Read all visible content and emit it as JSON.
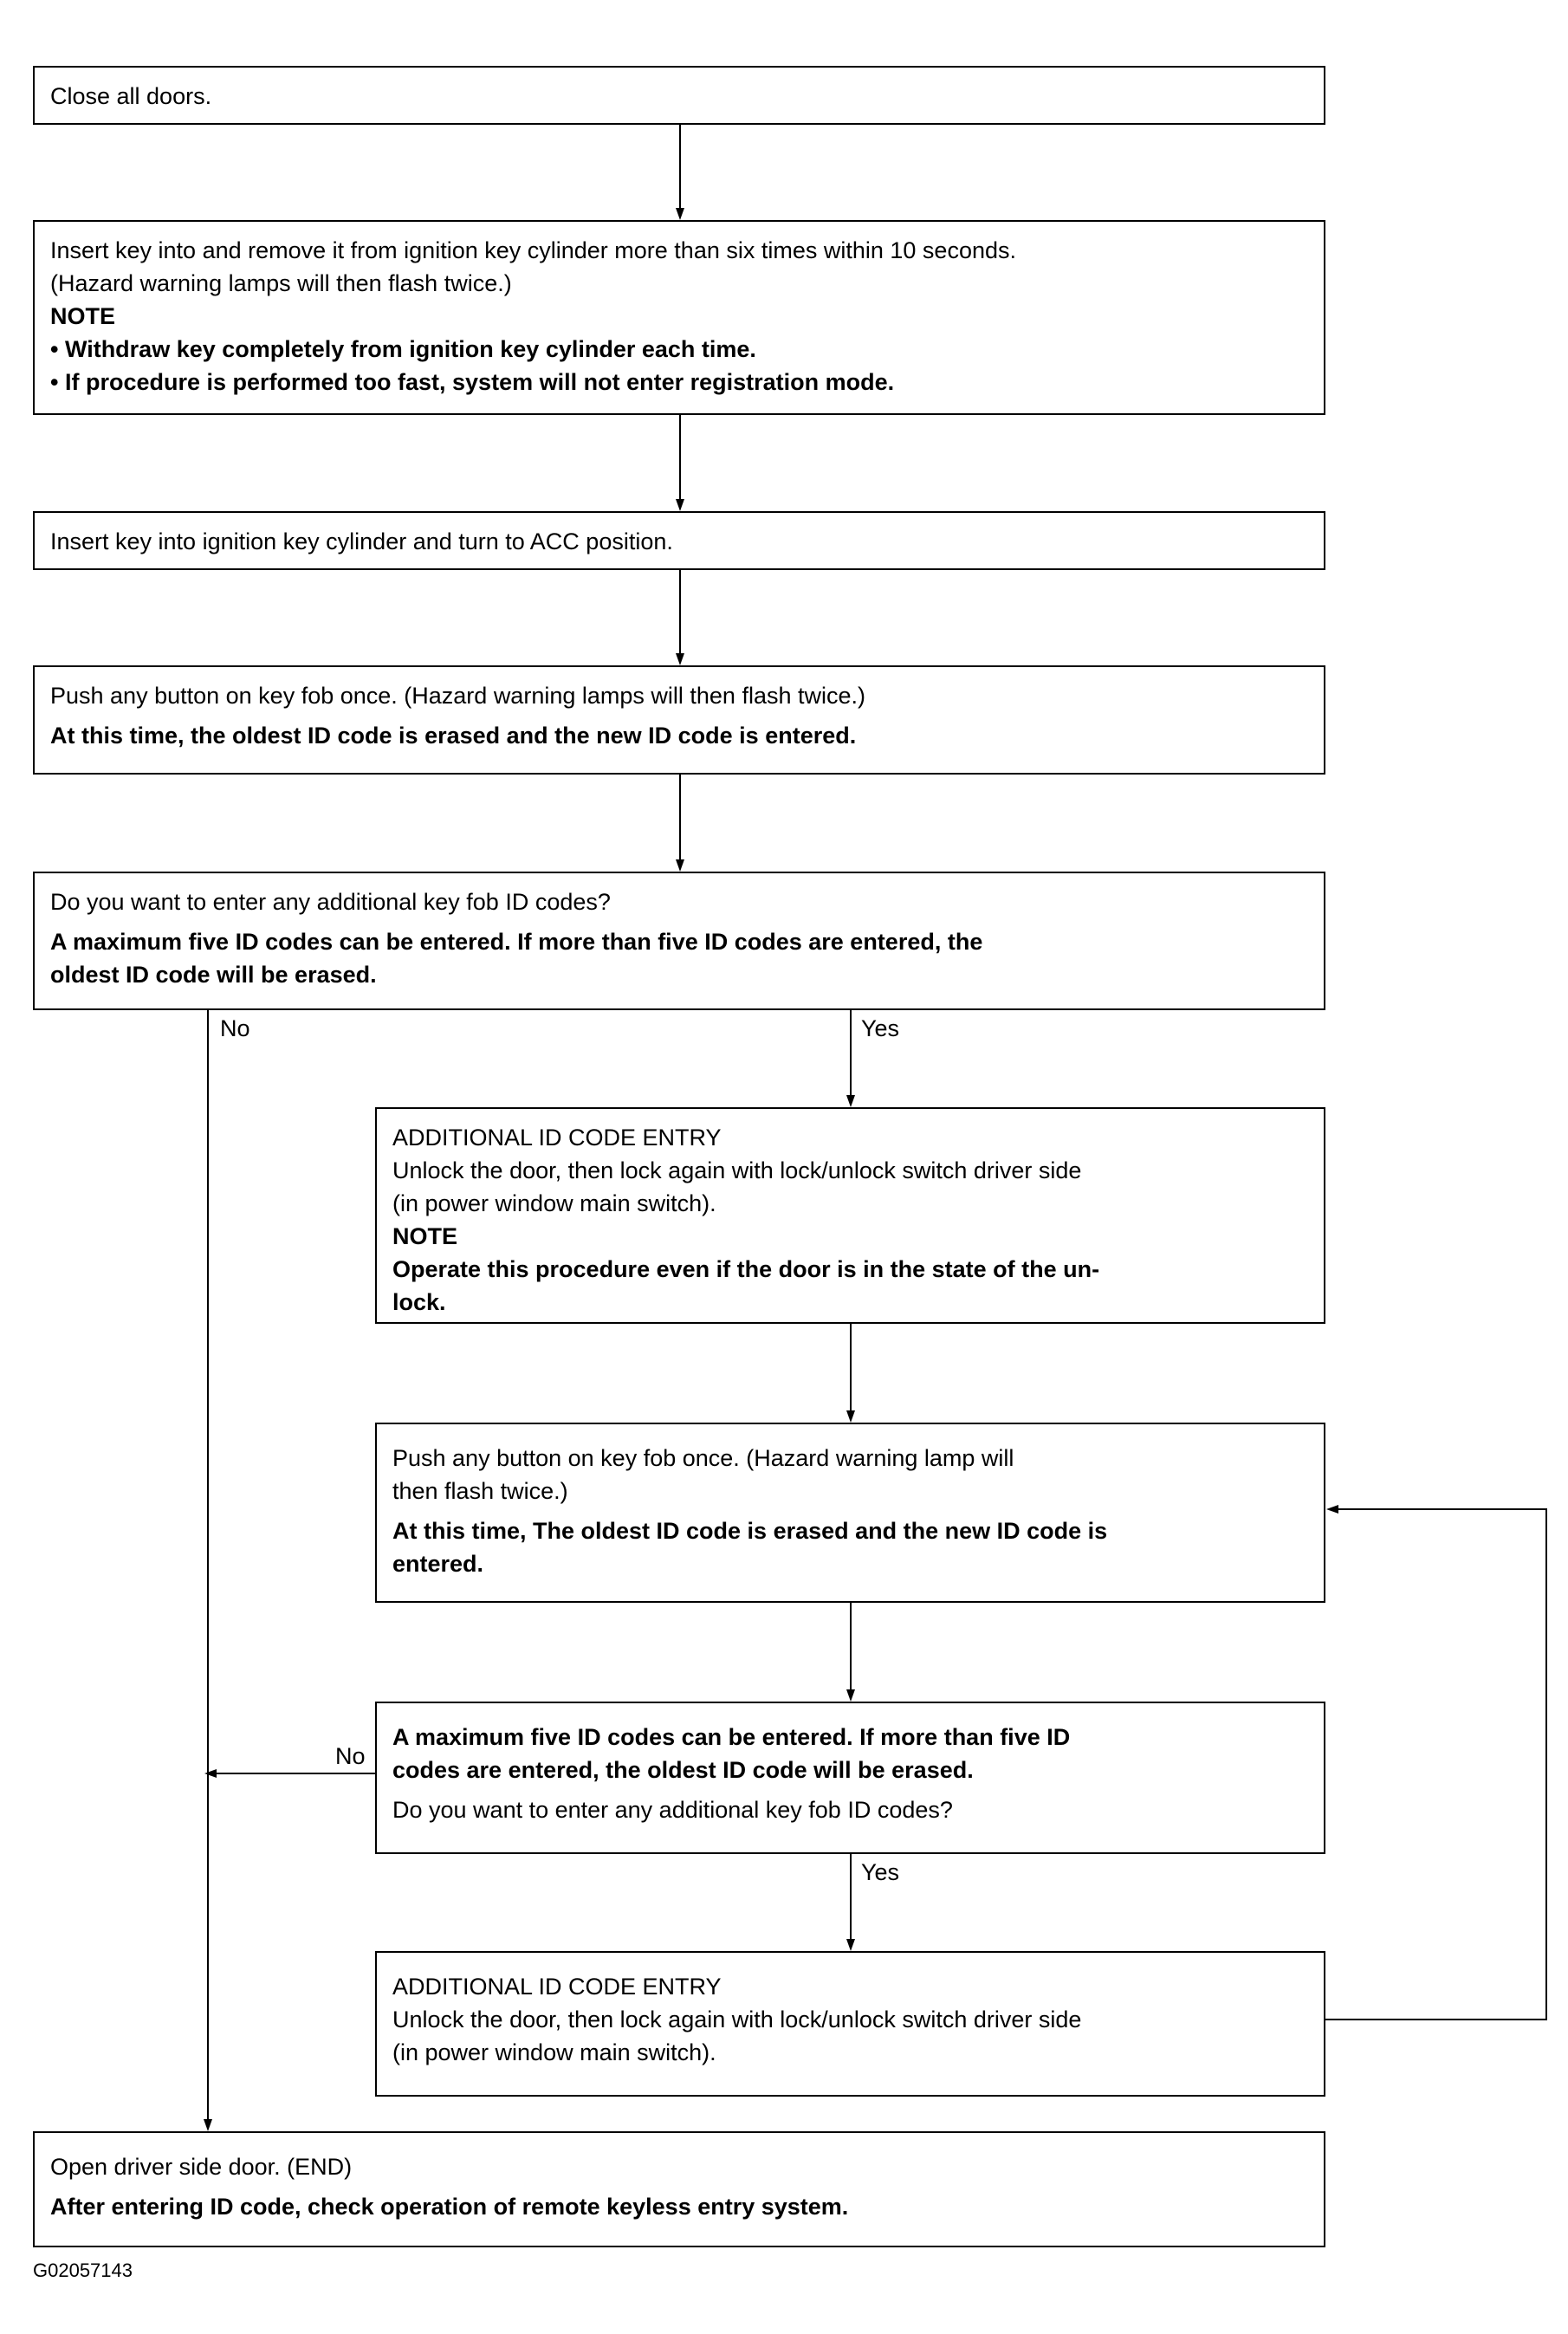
{
  "steps": {
    "close_doors": "Close all doors.",
    "insert_remove": {
      "line1": "Insert key into and remove it from ignition key cylinder more than six times within 10 seconds.",
      "line2": "(Hazard warning lamps will then flash twice.)",
      "note_heading": "NOTE",
      "bullet1": "• Withdraw key completely from ignition key cylinder each time.",
      "bullet2": "• If procedure is performed too fast, system will not enter registration mode."
    },
    "insert_acc": "Insert key into ignition key cylinder and turn to ACC position.",
    "push_button_1": {
      "line1": "Push any button on key fob once. (Hazard warning lamps will then flash twice.)",
      "bold": "At this time, the oldest ID code is erased and the new ID code is entered."
    },
    "question_1": {
      "line1": "Do you want to enter any additional key fob ID codes?",
      "bold1": "A  maximum five ID codes can be entered. If more than five ID codes are entered, the",
      "bold2": "oldest ID code will be erased."
    },
    "additional_entry_1": {
      "line1": "ADDITIONAL ID CODE ENTRY",
      "line2": "Unlock the door, then lock again with lock/unlock switch driver side",
      "line3": "(in power window main switch).",
      "note_heading": "NOTE",
      "bold1": "Operate this procedure even if the door is in the state of the un-",
      "bold2": "lock."
    },
    "push_button_2": {
      "line1": "Push any button on key fob once. (Hazard warning lamp will",
      "line2": "then flash twice.)",
      "bold1": "At this time, The oldest ID code is erased and the new ID code is",
      "bold2": "entered."
    },
    "question_2": {
      "bold1": "A  maximum five ID codes can be entered. If more than five ID",
      "bold2": "codes are entered, the oldest ID code will be erased.",
      "line1": "Do you want to enter any additional key fob ID codes?"
    },
    "additional_entry_2": {
      "line1": "ADDITIONAL ID CODE ENTRY",
      "line2": "Unlock the door, then lock again with lock/unlock switch driver side",
      "line3": "(in power window main switch)."
    },
    "end": {
      "line1": "Open driver side door. (END)",
      "bold": "After entering ID code, check operation of remote keyless entry system."
    }
  },
  "labels": {
    "no_1": "No",
    "yes_1": "Yes",
    "no_2": "No",
    "yes_2": "Yes"
  },
  "figure_code": "G02057143"
}
